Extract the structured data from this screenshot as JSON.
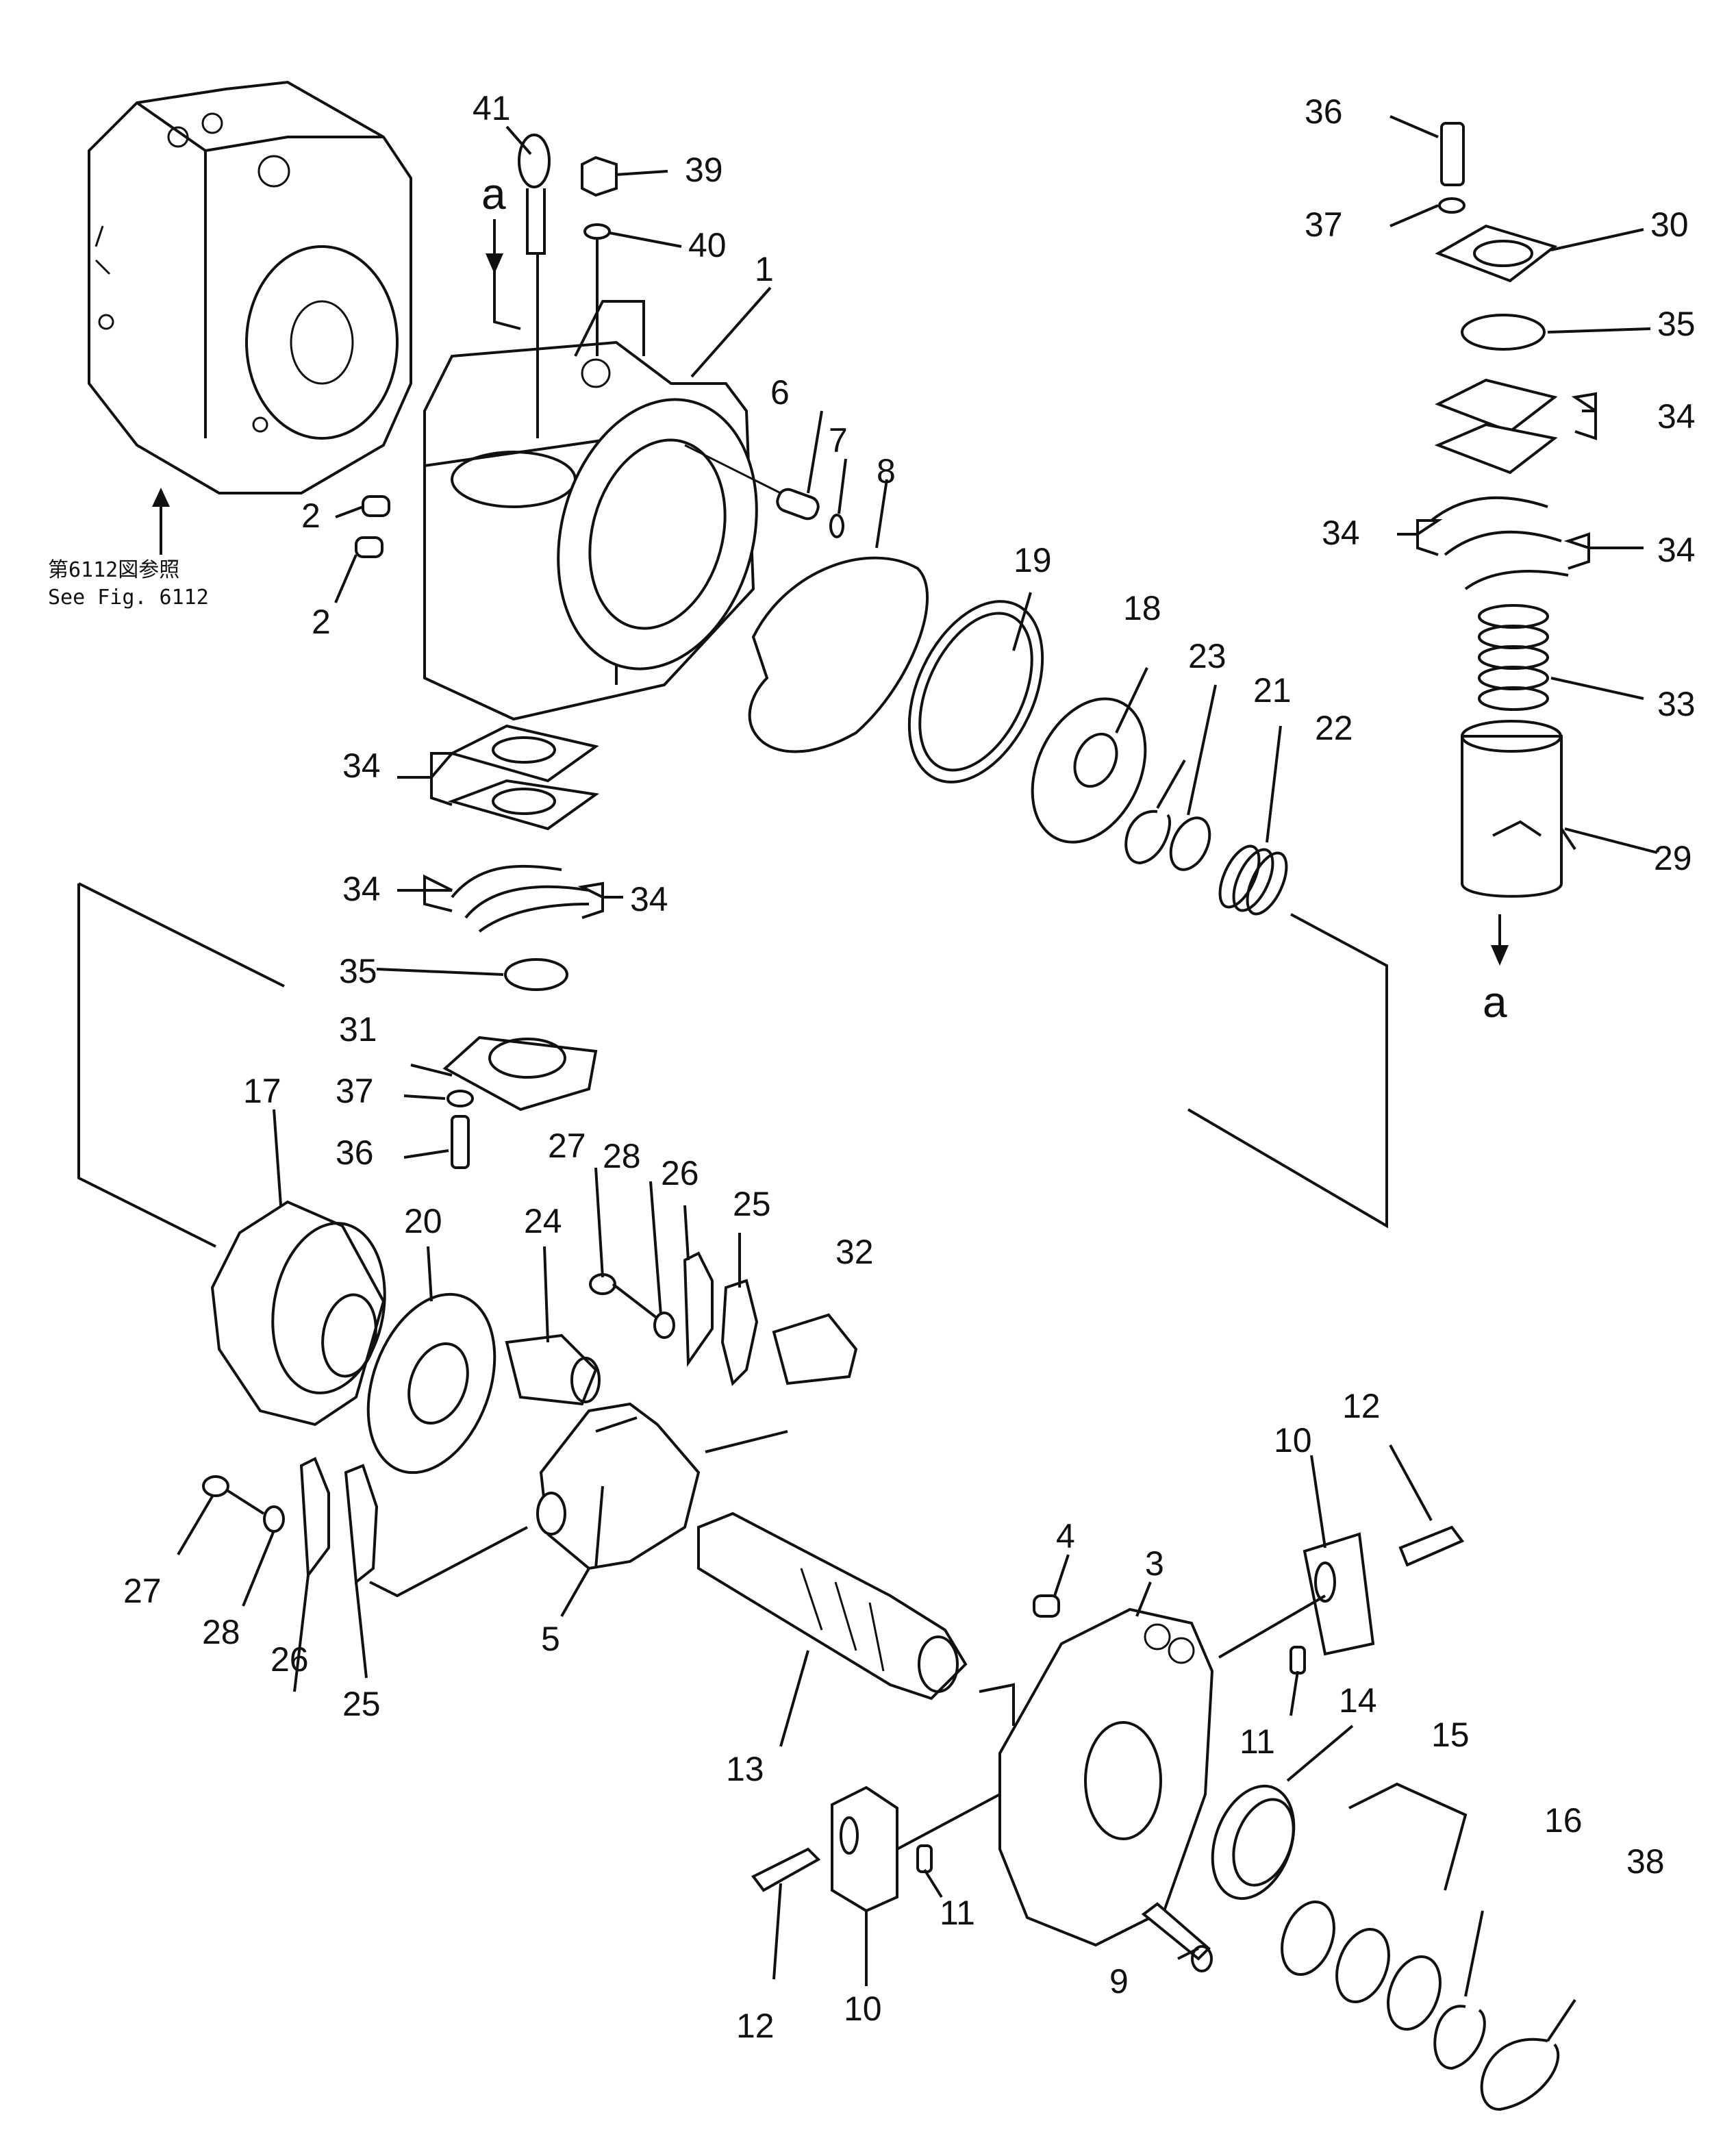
{
  "diagram": {
    "reference_note": {
      "jp": "第6112図参照",
      "en": "See  Fig.  6112"
    },
    "arrow_marks": {
      "top": "a",
      "bottom": "a"
    },
    "callouts": [
      "1",
      "2",
      "2",
      "3",
      "4",
      "5",
      "6",
      "7",
      "8",
      "9",
      "10",
      "10",
      "11",
      "11",
      "12",
      "12",
      "13",
      "14",
      "15",
      "16",
      "17",
      "18",
      "19",
      "20",
      "21",
      "22",
      "23",
      "24",
      "25",
      "25",
      "26",
      "26",
      "27",
      "27",
      "28",
      "28",
      "29",
      "30",
      "31",
      "32",
      "33",
      "34",
      "34",
      "34",
      "34",
      "34",
      "34",
      "35",
      "35",
      "36",
      "36",
      "37",
      "37",
      "38",
      "39",
      "40",
      "41"
    ]
  }
}
